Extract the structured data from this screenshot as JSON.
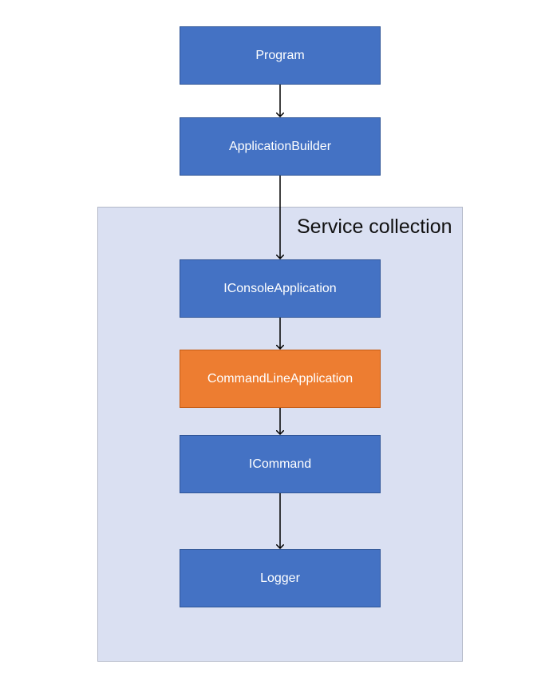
{
  "group": {
    "label": "Service collection",
    "fill_color": "#dae0f2"
  },
  "nodes": [
    {
      "id": "program",
      "label": "Program",
      "color": "#4472c4"
    },
    {
      "id": "appbuilder",
      "label": "ApplicationBuilder",
      "color": "#4472c4"
    },
    {
      "id": "iconsole",
      "label": "IConsoleApplication",
      "color": "#4472c4"
    },
    {
      "id": "cmdline",
      "label": "CommandLineApplication",
      "color": "#ed7d31"
    },
    {
      "id": "icommand",
      "label": "ICommand",
      "color": "#4472c4"
    },
    {
      "id": "logger",
      "label": "Logger",
      "color": "#4472c4"
    }
  ],
  "edges": [
    {
      "from": "Program",
      "to": "ApplicationBuilder"
    },
    {
      "from": "ApplicationBuilder",
      "to": "IConsoleApplication"
    },
    {
      "from": "IConsoleApplication",
      "to": "CommandLineApplication"
    },
    {
      "from": "CommandLineApplication",
      "to": "ICommand"
    },
    {
      "from": "ICommand",
      "to": "Logger"
    }
  ]
}
